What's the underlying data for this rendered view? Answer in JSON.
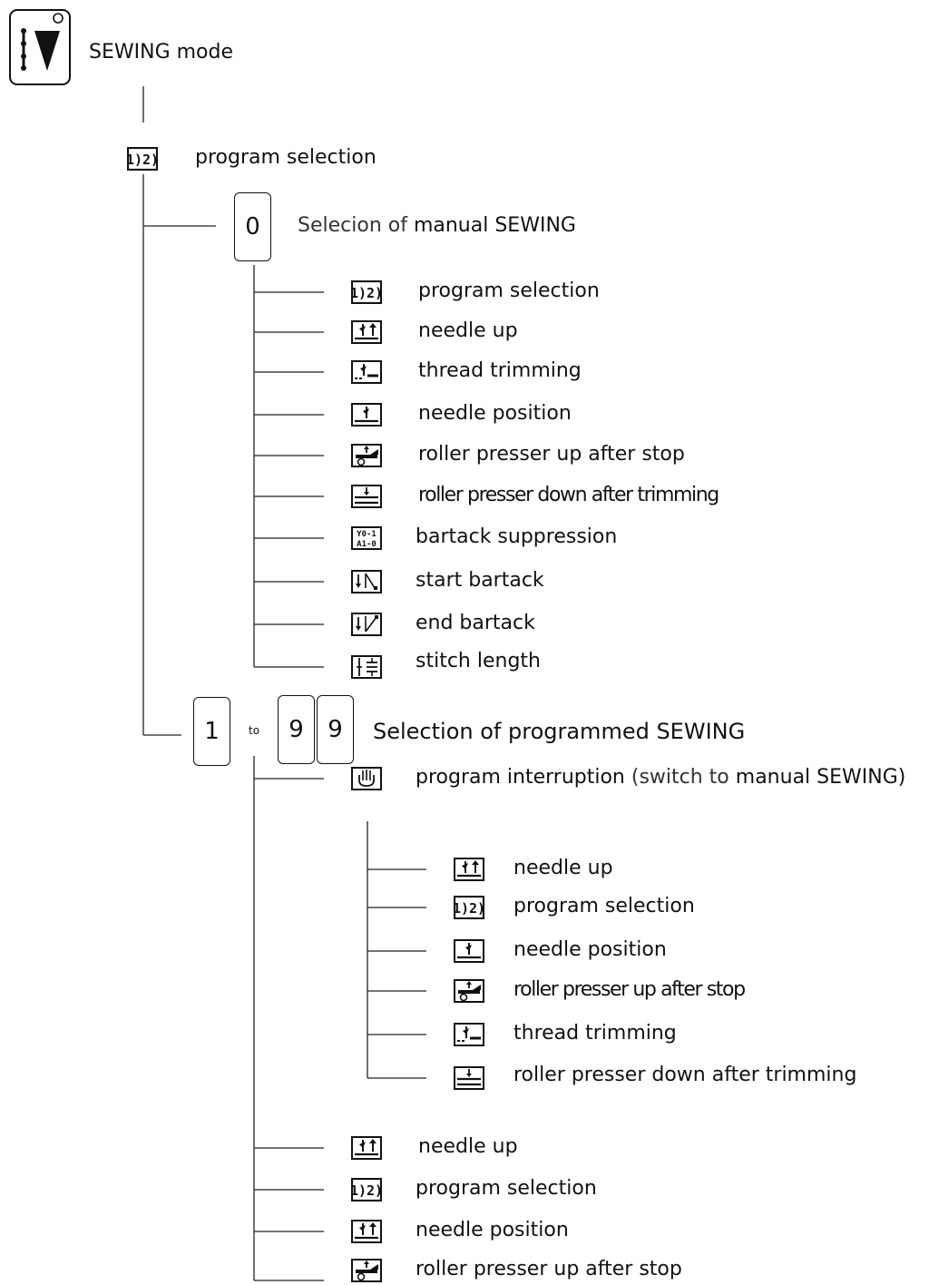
{
  "mode": {
    "title": "SEWING mode",
    "icon": "sewing-mode-icon"
  },
  "program_selection": {
    "label": "program selection",
    "icon": "program-selection-icon"
  },
  "manual": {
    "key": "0",
    "prefix": "Selecion of ",
    "emph": "manual SEWING",
    "functions": [
      {
        "label": "program selection",
        "icon": "program-selection-icon"
      },
      {
        "label": "needle up",
        "icon": "needle-up-icon"
      },
      {
        "label": "thread trimming",
        "icon": "thread-trimming-icon"
      },
      {
        "label": "needle position",
        "icon": "needle-position-icon"
      },
      {
        "label": "roller presser up after stop",
        "icon": "roller-presser-up-icon"
      },
      {
        "label": "roller presser down after trimming",
        "icon": "roller-presser-down-icon"
      },
      {
        "label": "bartack suppression",
        "icon": "bartack-suppression-icon"
      },
      {
        "label": "start bartack",
        "icon": "start-bartack-icon"
      },
      {
        "label": "end bartack",
        "icon": "end-bartack-icon"
      },
      {
        "label": "stitch length",
        "icon": "stitch-length-icon"
      }
    ]
  },
  "programmed": {
    "key_from": "1",
    "to_word": "to",
    "key_to_1": "9",
    "key_to_2": "9",
    "title": "Selection of programmed SEWING",
    "interruption": {
      "label": "program interruption",
      "paren_open": "(switch to ",
      "paren_emph": "manual SEWING",
      "paren_close": ")",
      "icon": "hand-stop-icon",
      "functions": [
        {
          "label": "needle up",
          "icon": "needle-up-icon"
        },
        {
          "label": "program selection",
          "icon": "program-selection-icon"
        },
        {
          "label": "needle position",
          "icon": "needle-position-icon"
        },
        {
          "label": "roller presser up after stop",
          "icon": "roller-presser-up-icon"
        },
        {
          "label": "thread trimming",
          "icon": "thread-trimming-icon"
        },
        {
          "label": "roller presser down after trimming",
          "icon": "roller-presser-down-icon"
        }
      ]
    },
    "functions": [
      {
        "label": "needle up",
        "icon": "needle-up-icon"
      },
      {
        "label": "program selection",
        "icon": "program-selection-icon"
      },
      {
        "label": "needle position",
        "icon": "needle-up-icon"
      },
      {
        "label": "roller presser up after stop",
        "icon": "roller-presser-up-icon"
      }
    ]
  }
}
